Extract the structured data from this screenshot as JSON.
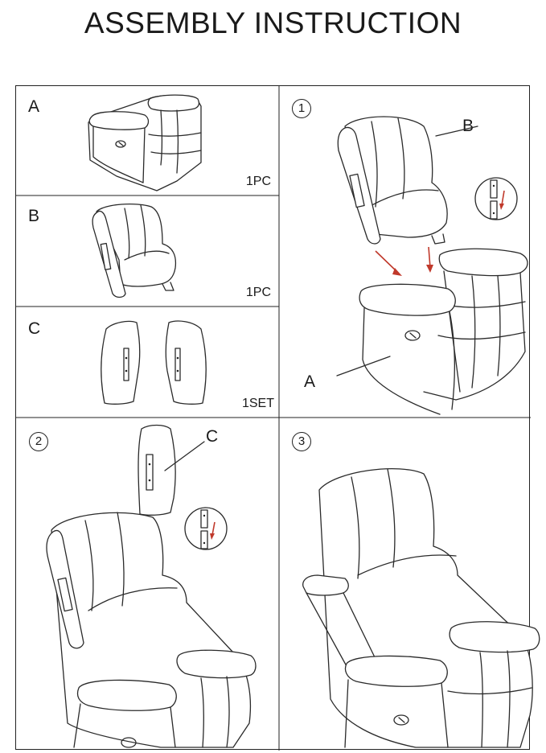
{
  "title": "ASSEMBLY INSTRUCTION",
  "parts": [
    {
      "label": "A",
      "qty": "1PC"
    },
    {
      "label": "B",
      "qty": "1PC"
    },
    {
      "label": "C",
      "qty": "1SET"
    }
  ],
  "steps": [
    {
      "number": "1",
      "callouts": [
        "B",
        "A"
      ]
    },
    {
      "number": "2",
      "callouts": [
        "C"
      ]
    },
    {
      "number": "3"
    }
  ],
  "colors": {
    "line": "#2a2a2a",
    "arrow": "#c0392b"
  }
}
